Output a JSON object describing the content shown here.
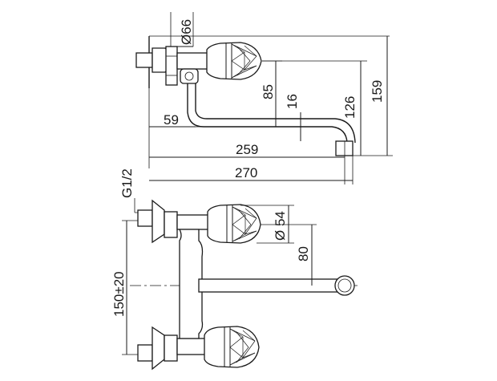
{
  "drawing": {
    "side_view": {
      "diameter_knob": "Ø66",
      "spout_reach": "259",
      "total_width": "270",
      "wall_to_axis": "59",
      "axis_to_spout_top": "85",
      "spout_rise": "16",
      "outlet_height": "126",
      "total_height": "159"
    },
    "front_view": {
      "thread": "G1/2",
      "center_distance": "150±20",
      "diameter_cap": "Ø 54",
      "spout_offset": "80"
    }
  },
  "colors": {
    "ink": "#1a1a1a",
    "paper": "#ffffff"
  }
}
